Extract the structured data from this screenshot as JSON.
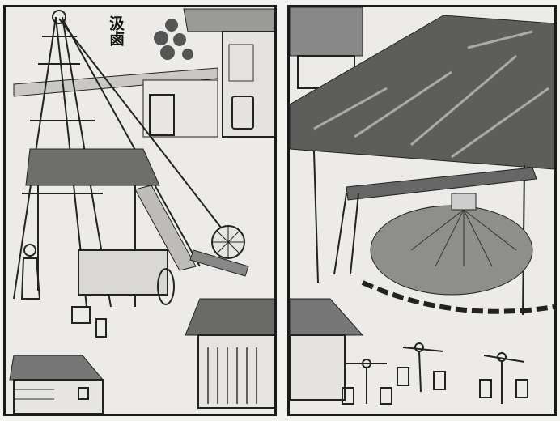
{
  "image": {
    "description": "Two-panel Chinese woodblock print illustration of brine well drawing and salt boiling",
    "background_color": "#ecebe8",
    "ink_color": "#1a1a1a"
  },
  "left_panel": {
    "title": "汲鹵",
    "scene": "Tall bamboo derrick over a brine well with a hand-turned wheel winch, workers, buckets and thatched sheds"
  },
  "right_panel": {
    "scene": "Large thatched shed covering a salt-boiling furnace area; porters carry bucket pairs on shoulder poles"
  }
}
